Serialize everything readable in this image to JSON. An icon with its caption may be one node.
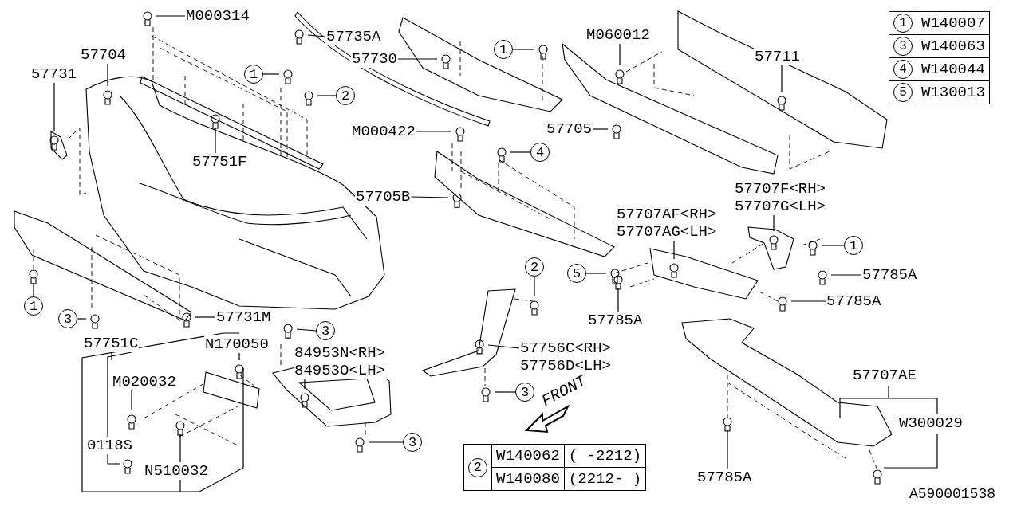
{
  "diagram": {
    "nodes": [
      {
        "text": [
          "M000314"
        ]
      },
      {
        "text": [
          "57735A"
        ]
      },
      {
        "text": [
          "57704"
        ]
      },
      {
        "text": [
          "57731"
        ]
      },
      {
        "text": [
          "1"
        ]
      },
      {
        "text": [
          "2"
        ]
      },
      {
        "text": [
          "57751F"
        ]
      },
      {
        "text": [
          "57730"
        ]
      },
      {
        "text": [
          "1"
        ]
      },
      {
        "text": [
          "M060012"
        ]
      },
      {
        "text": [
          "57711"
        ]
      },
      {
        "text": [
          "M000422"
        ]
      },
      {
        "text": [
          "57705"
        ]
      },
      {
        "text": [
          "4"
        ]
      },
      {
        "text": [
          "57705B"
        ]
      },
      {
        "text": [
          "57707F<RH>",
          "57707G<LH>"
        ]
      },
      {
        "text": [
          "57707AF<RH>",
          "57707AG<LH>"
        ]
      },
      {
        "text": [
          "1"
        ]
      },
      {
        "text": [
          "57785A"
        ]
      },
      {
        "text": [
          "5"
        ]
      },
      {
        "text": [
          "57785A"
        ]
      },
      {
        "text": [
          "57785A"
        ]
      },
      {
        "text": [
          "1"
        ]
      },
      {
        "text": [
          "3"
        ]
      },
      {
        "text": [
          "57731M"
        ]
      },
      {
        "text": [
          "2"
        ]
      },
      {
        "text": [
          "57751C"
        ]
      },
      {
        "text": [
          "N170050"
        ]
      },
      {
        "text": [
          "3"
        ]
      },
      {
        "text": [
          "84953N<RH>",
          "84953O<LH>"
        ]
      },
      {
        "text": [
          "57756C<RH>",
          "57756D<LH>"
        ]
      },
      {
        "text": [
          "M020032"
        ]
      },
      {
        "text": [
          "0118S"
        ]
      },
      {
        "text": [
          "N510032"
        ]
      },
      {
        "text": [
          "3"
        ]
      },
      {
        "text": [
          "3"
        ]
      },
      {
        "text": [
          "57707AE"
        ]
      },
      {
        "text": [
          "W300029"
        ]
      },
      {
        "text": [
          "57785A"
        ]
      }
    ],
    "edges": [
      {
        "from": 0,
        "to": null,
        "arrow": "none"
      },
      {
        "from": 1,
        "to": null,
        "arrow": "none"
      },
      {
        "from": 2,
        "to": null,
        "arrow": "none"
      },
      {
        "from": 3,
        "to": null,
        "arrow": "none"
      },
      {
        "from": 4,
        "to": null,
        "arrow": "none"
      },
      {
        "from": 5,
        "to": null,
        "arrow": "none"
      },
      {
        "from": 6,
        "to": null,
        "arrow": "none"
      },
      {
        "from": 7,
        "to": null,
        "arrow": "none"
      },
      {
        "from": 8,
        "to": null,
        "arrow": "none"
      },
      {
        "from": 9,
        "to": null,
        "arrow": "none"
      },
      {
        "from": 10,
        "to": null,
        "arrow": "none"
      },
      {
        "from": 11,
        "to": null,
        "arrow": "none"
      },
      {
        "from": 12,
        "to": null,
        "arrow": "none"
      },
      {
        "from": 13,
        "to": null,
        "arrow": "none"
      },
      {
        "from": 14,
        "to": null,
        "arrow": "none"
      },
      {
        "from": 15,
        "to": null,
        "arrow": "none"
      },
      {
        "from": 16,
        "to": null,
        "arrow": "none"
      },
      {
        "from": 17,
        "to": null,
        "arrow": "none"
      },
      {
        "from": 18,
        "to": null,
        "arrow": "none"
      },
      {
        "from": 19,
        "to": null,
        "arrow": "none"
      },
      {
        "from": 20,
        "to": null,
        "arrow": "none"
      },
      {
        "from": 21,
        "to": null,
        "arrow": "none"
      },
      {
        "from": 22,
        "to": null,
        "arrow": "none"
      },
      {
        "from": 23,
        "to": null,
        "arrow": "none"
      },
      {
        "from": 24,
        "to": null,
        "arrow": "none"
      },
      {
        "from": 25,
        "to": null,
        "arrow": "none"
      },
      {
        "from": 27,
        "to": null,
        "arrow": "none"
      },
      {
        "from": 28,
        "to": null,
        "arrow": "none"
      },
      {
        "from": 29,
        "to": null,
        "arrow": "none"
      },
      {
        "from": 30,
        "to": null,
        "arrow": "none"
      },
      {
        "from": 31,
        "to": null,
        "arrow": "none"
      },
      {
        "from": 33,
        "to": null,
        "arrow": "none"
      },
      {
        "from": 34,
        "to": null,
        "arrow": "none"
      },
      {
        "from": 35,
        "to": null,
        "arrow": "none"
      },
      {
        "from": 38,
        "to": null,
        "arrow": "none"
      }
    ],
    "labels": [
      "1",
      "W140007",
      "3",
      "W140063",
      "4",
      "W140044",
      "5",
      "W130013",
      "2",
      "W140062",
      "( -2212)",
      "W140080",
      "(2212- )",
      "FRONT",
      "A590001538"
    ]
  }
}
